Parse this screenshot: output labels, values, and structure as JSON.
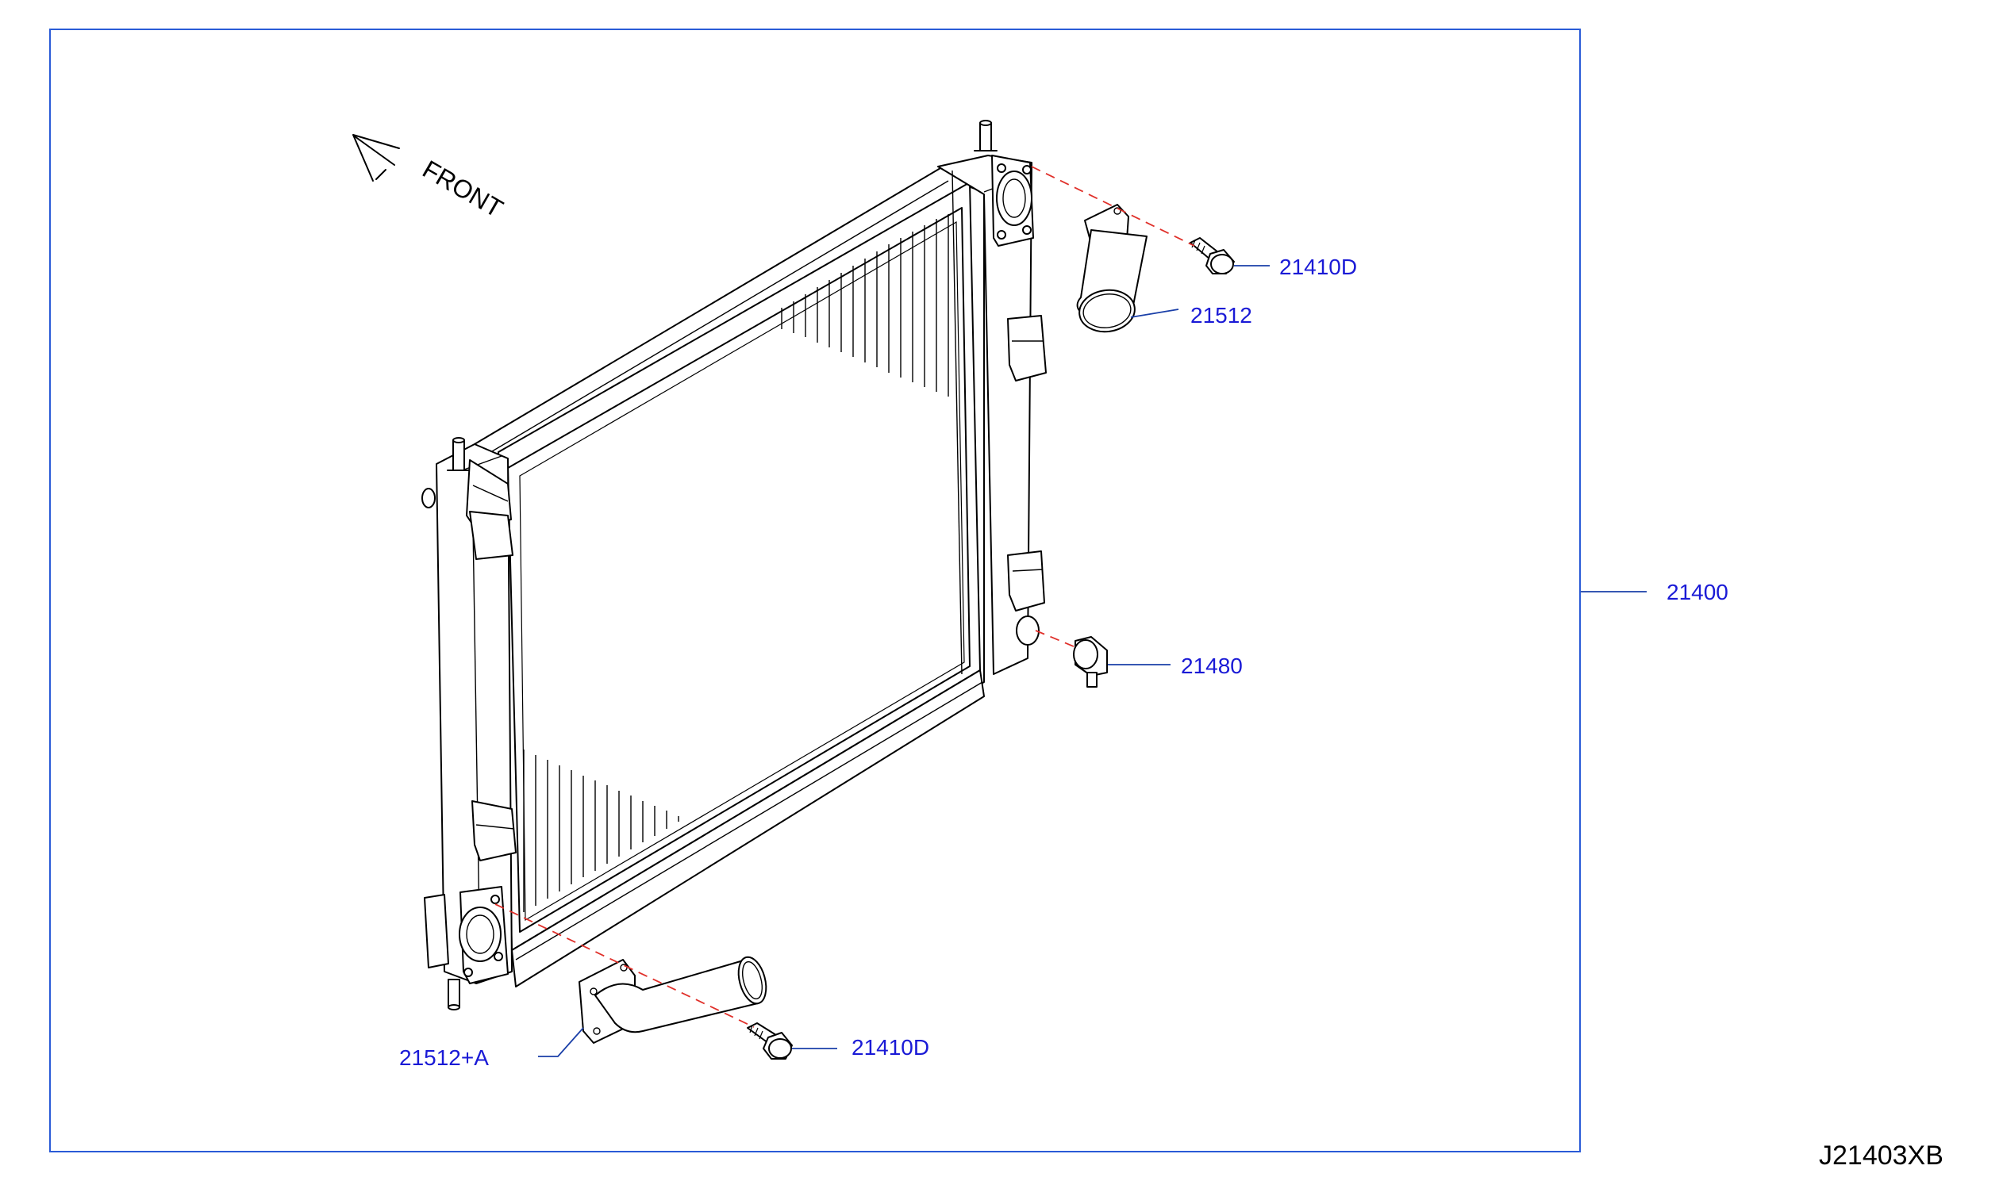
{
  "diagram_code": "J21403XB",
  "orientation_label": "FRONT",
  "colors": {
    "frame": "#2a5bd7",
    "callout_text": "#1a1ad6",
    "leader_line": "#1a3fa8",
    "alignment_dash": "#e0302a"
  },
  "callouts": {
    "bolt_upper": "21410D",
    "hose_upper": "21512",
    "radiator_assembly": "21400",
    "drain_plug": "21480",
    "hose_lower": "21512+A",
    "bolt_lower": "21410D"
  },
  "icons": [
    "front-arrow-icon"
  ]
}
